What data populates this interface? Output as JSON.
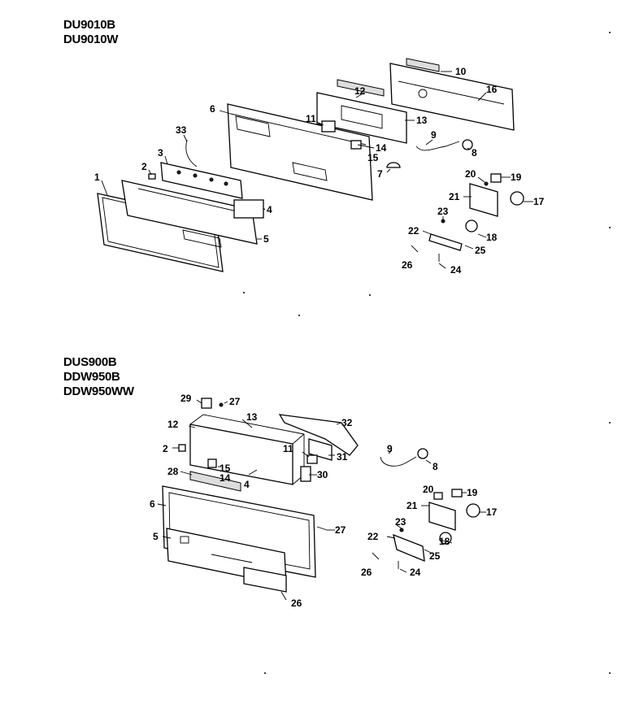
{
  "groups": {
    "top": {
      "models": [
        "DU9010B",
        "DU9010W"
      ]
    },
    "bottom": {
      "models": [
        "DUS900B",
        "DDW950B",
        "DDW950WW"
      ]
    }
  },
  "callouts_top": {
    "c1": "1",
    "c2": "2",
    "c3": "3",
    "c4": "4",
    "c5": "5",
    "c6": "6",
    "c7": "7",
    "c8": "8",
    "c9": "9",
    "c10": "10",
    "c11": "11",
    "c12": "12",
    "c13": "13",
    "c14": "14",
    "c15": "15",
    "c16": "16",
    "c17": "17",
    "c18": "18",
    "c19": "19",
    "c20": "20",
    "c21": "21",
    "c22": "22",
    "c23": "23",
    "c24": "24",
    "c25": "25",
    "c26": "26",
    "c33": "33"
  },
  "callouts_bottom": {
    "c2": "2",
    "c4": "4",
    "c5": "5",
    "c6": "6",
    "c8": "8",
    "c9": "9",
    "c11": "11",
    "c12": "12",
    "c13": "13",
    "c14": "14",
    "c15": "15",
    "c17": "17",
    "c18": "18",
    "c19": "19",
    "c20": "20",
    "c21": "21",
    "c22": "22",
    "c23": "23",
    "c24": "24",
    "c25": "25",
    "c26a": "26",
    "c26b": "26",
    "c27a": "27",
    "c27b": "27",
    "c28": "28",
    "c29": "29",
    "c30": "30",
    "c31": "31",
    "c32": "32"
  }
}
